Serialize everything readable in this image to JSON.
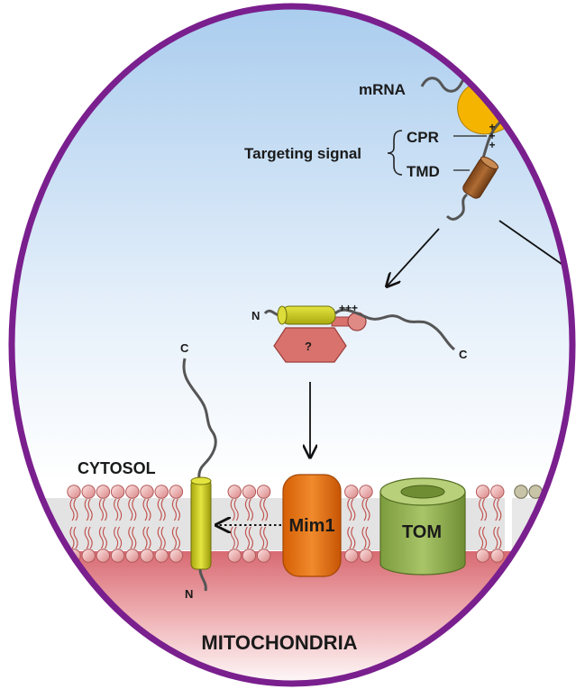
{
  "labels": {
    "mrna": "mRNA",
    "targeting_signal": "Targeting signal",
    "cpr": "CPR",
    "tmd": "TMD",
    "n_complex": "N",
    "c_complex": "C",
    "chaperone_question": "?",
    "plus_signs_complex": "+++",
    "plus_signs_ribosome": "+ + +",
    "c_membrane": "C",
    "n_membrane": "N",
    "cytosol": "CYTOSOL",
    "mim1": "Mim1",
    "tom": "TOM",
    "mitochondria": "MITOCHONDRIA"
  },
  "colors": {
    "frame": "#7a1f8e",
    "sky_top": "#a9ccee",
    "membrane_head": "#f0b5b5",
    "membrane_band": "#e3e3e3",
    "matrix": "#e07f86",
    "tmd_helix": "#c9c91a",
    "chaperone": "#d9726d",
    "mim1": "#e8710e",
    "tom": "#8fb050",
    "ribosome": "#f4b400",
    "tmd_brown": "#9c5a2a"
  }
}
